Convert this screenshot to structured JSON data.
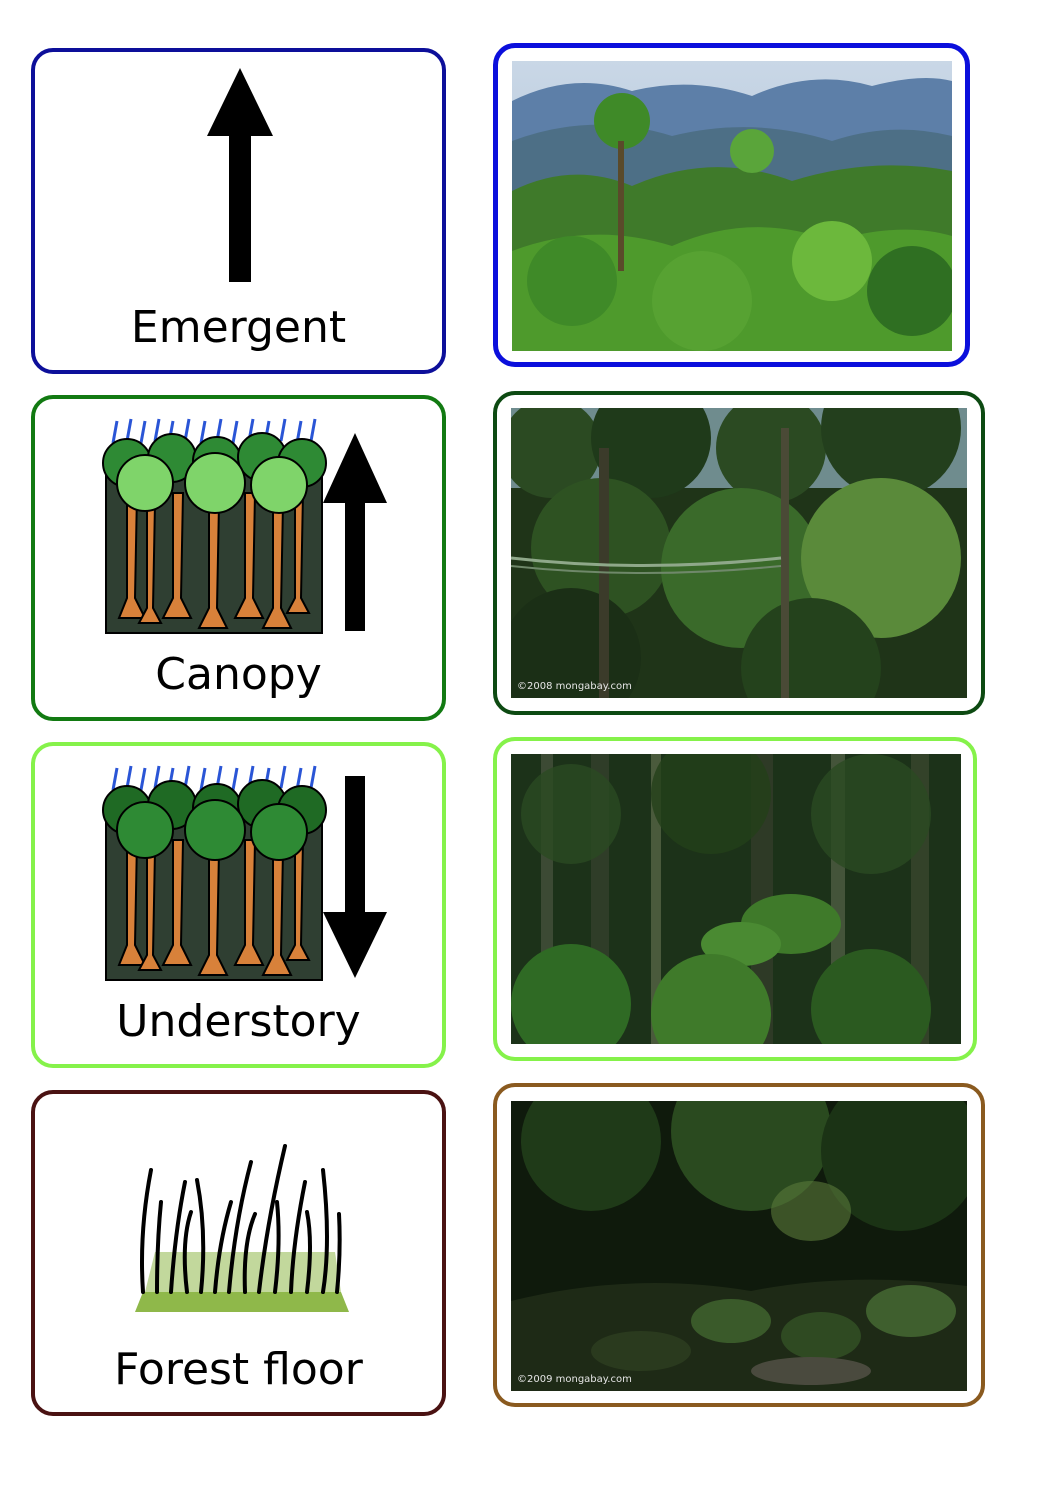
{
  "layers": [
    {
      "label": "Emergent",
      "color": "#0d0f9a",
      "photo_border": "#0b0fdc",
      "icon": "up-arrow-icon",
      "photo_credit": ""
    },
    {
      "label": "Canopy",
      "color": "#127a12",
      "photo_border": "#0d4a12",
      "icon": "canopy-trees-up-arrow-icon",
      "photo_credit": "©2008 mongabay.com"
    },
    {
      "label": "Understory",
      "color": "#85f24a",
      "photo_border": "#85f24a",
      "icon": "understory-trees-down-arrow-icon",
      "photo_credit": ""
    },
    {
      "label": "Forest floor",
      "color": "#4a1212",
      "photo_border": "#8a5a1f",
      "icon": "grass-icon",
      "photo_credit": "©2009 mongabay.com"
    }
  ]
}
